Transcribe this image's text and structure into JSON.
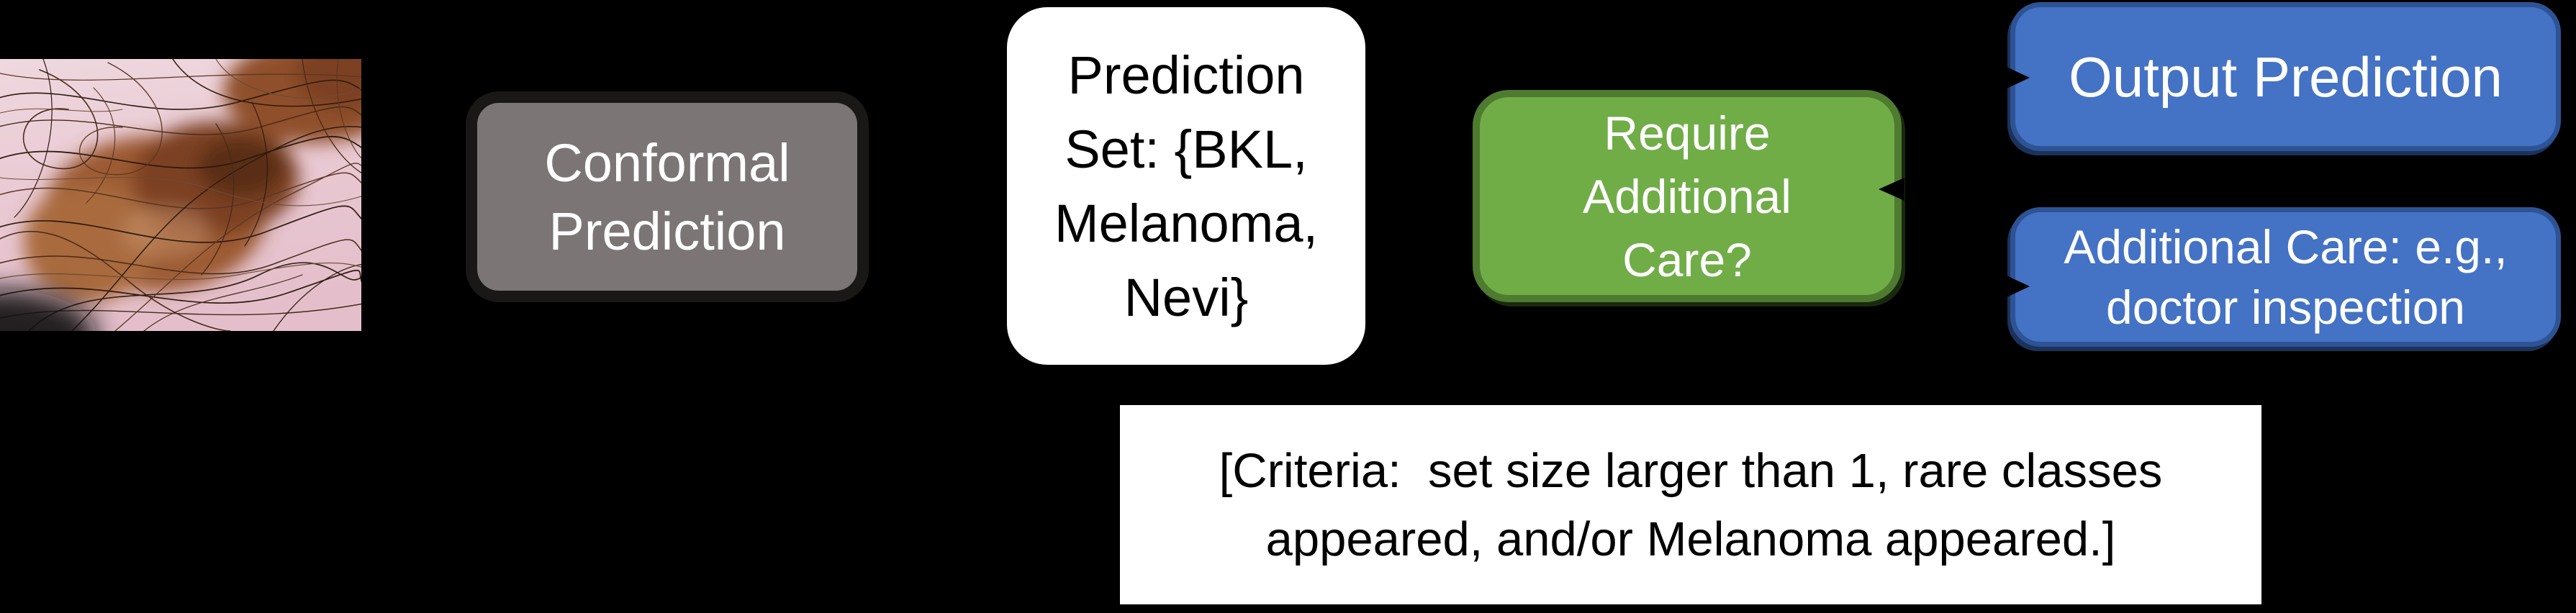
{
  "background_color": "#000000",
  "photo": {
    "content": "dermoscopy-skin-lesion",
    "skin_color": "#e9cdd6",
    "lesion_color": "#9b5a31",
    "lesion_dark_color": "#5a2d18",
    "hair_color": "#3a241a"
  },
  "boxes": {
    "conformal": {
      "lines": [
        "Conformal",
        "Prediction"
      ],
      "fill": "#7b7575",
      "border": "#1a1717",
      "text_color": "#ffffff"
    },
    "prediction_set": {
      "lines": [
        "Prediction",
        "Set: {BKL,",
        "Melanoma,",
        "Nevi}"
      ],
      "fill": "#ffffff",
      "text_color": "#000000"
    },
    "require_care": {
      "lines": [
        "Require",
        "Additional",
        "Care?"
      ],
      "fill": "#70ad47",
      "border": "#4e7b2f",
      "text_color": "#ffffff"
    },
    "output_prediction": {
      "lines": [
        "Output Prediction"
      ],
      "fill": "#4472c4",
      "border": "#2e5395",
      "text_color": "#ffffff"
    },
    "additional_care": {
      "lines": [
        "Additional Care: e.g.,",
        "doctor inspection"
      ],
      "fill": "#4472c4",
      "border": "#2e5395",
      "text_color": "#ffffff"
    },
    "criteria": {
      "lines": [
        "[Criteria:  set size larger than 1, rare classes",
        "appeared, and/or Melanoma appeared.]"
      ],
      "fill": "#ffffff",
      "text_color": "#000000"
    }
  }
}
